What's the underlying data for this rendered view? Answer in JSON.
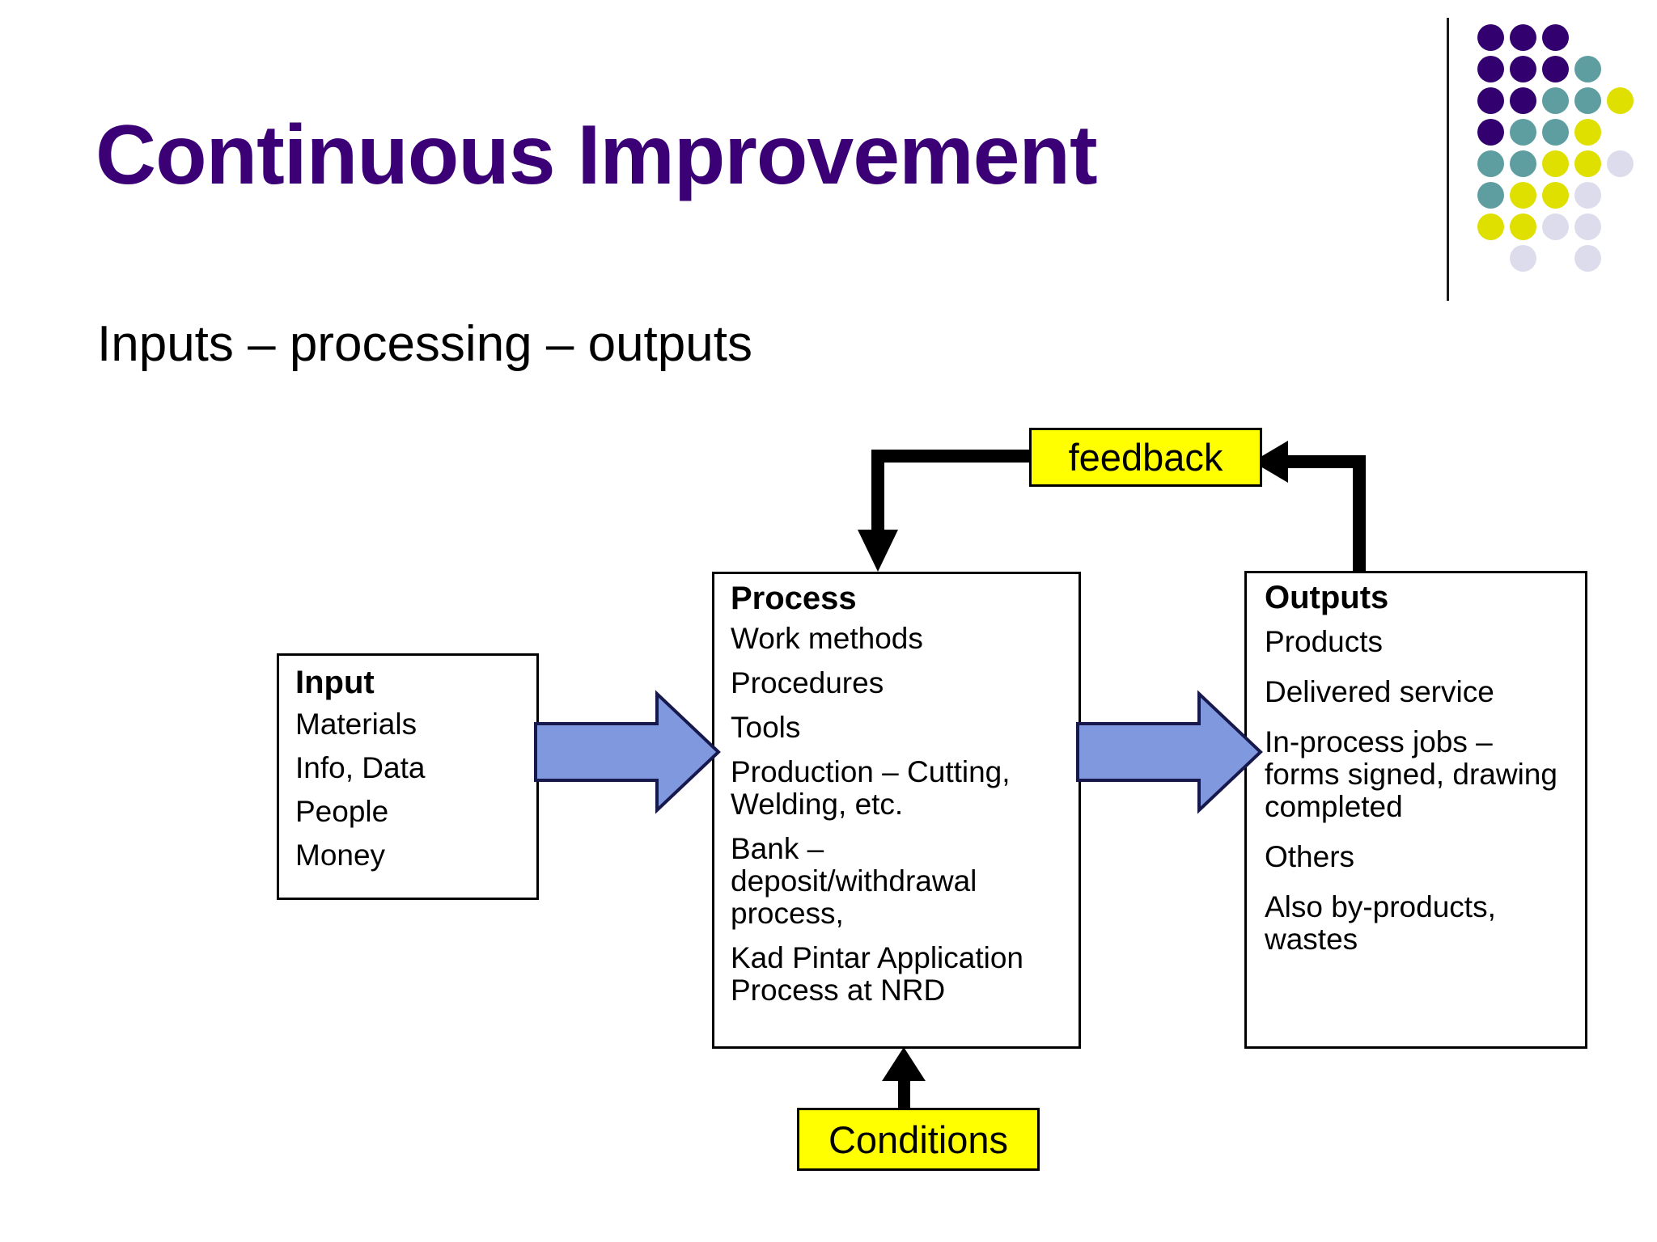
{
  "slide": {
    "title": "Continuous Improvement",
    "subtitle": "Inputs – processing – outputs"
  },
  "colors": {
    "title_purple": "#3B0076",
    "highlight_yellow": "#FFFF00",
    "arrow_blue_fill": "#8098DE",
    "arrow_blue_outline": "#17184B",
    "logo_purple": "#33006F",
    "logo_teal": "#5F9EA0",
    "logo_yellow": "#DFDF00",
    "logo_lavender": "#DCDCEC",
    "box_border": "#000000",
    "text_black": "#000000"
  },
  "logo": {
    "name": "dot-matrix-logo",
    "rows": [
      [
        "purple",
        "purple",
        "purple",
        null,
        null
      ],
      [
        "purple",
        "purple",
        "purple",
        "teal",
        null
      ],
      [
        "purple",
        "purple",
        "teal",
        "teal",
        "yellow"
      ],
      [
        "purple",
        "teal",
        "teal",
        "yellow",
        null
      ],
      [
        "teal",
        "teal",
        "yellow",
        "yellow",
        "lavender"
      ],
      [
        "teal",
        "yellow",
        "yellow",
        "lavender",
        null
      ],
      [
        "yellow",
        "yellow",
        "lavender",
        "lavender",
        null
      ],
      [
        null,
        "lavender",
        null,
        "lavender",
        null
      ]
    ]
  },
  "diagram": {
    "type": "flowchart",
    "nodes": {
      "input": {
        "title": "Input",
        "items": [
          "Materials",
          "Info, Data",
          "People",
          "Money"
        ]
      },
      "process": {
        "title": "Process",
        "items": [
          "Work methods",
          "Procedures",
          "Tools",
          "Production – Cutting, Welding, etc.",
          "Bank – deposit/withdrawal process,",
          "Kad Pintar Application Process at NRD"
        ]
      },
      "outputs": {
        "title": "Outputs",
        "items": [
          "Products",
          "Delivered service",
          "In-process jobs – forms signed, drawing completed",
          "Others",
          "Also by-products, wastes"
        ]
      },
      "feedback": {
        "label": "feedback"
      },
      "conditions": {
        "label": "Conditions"
      }
    },
    "edges": [
      {
        "from": "input",
        "to": "process",
        "style": "blue-block-arrow",
        "direction": "right"
      },
      {
        "from": "process",
        "to": "outputs",
        "style": "blue-block-arrow",
        "direction": "right"
      },
      {
        "from": "outputs",
        "to": "feedback",
        "style": "black-elbow-arrow",
        "direction": "left"
      },
      {
        "from": "feedback",
        "to": "process",
        "style": "black-elbow-arrow",
        "direction": "down"
      },
      {
        "from": "conditions",
        "to": "process",
        "style": "black-arrow",
        "direction": "up"
      }
    ]
  }
}
